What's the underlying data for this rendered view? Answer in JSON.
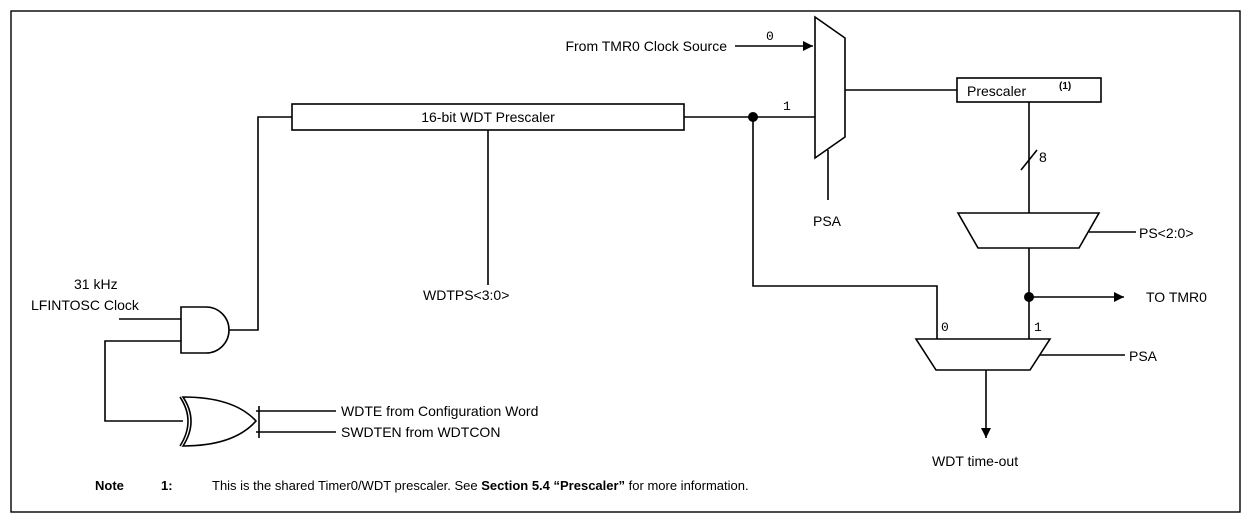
{
  "labels": {
    "tmr0_clock_source": "From TMR0 Clock Source",
    "mux_top_in0": "0",
    "mux_top_in1": "1",
    "wdt_prescaler": "16-bit WDT Prescaler",
    "prescaler": "Prescaler",
    "prescaler_note_ref": "(1)",
    "bus_width": "8",
    "psa_top": "PSA",
    "ps_select": "PS<2:0>",
    "wdtps": "WDTPS<3:0>",
    "clock_freq": "31 kHz",
    "clock_name": "LFINTOSC Clock",
    "to_tmr0": "TO TMR0",
    "mux_bottom_in0": "0",
    "mux_bottom_in1": "1",
    "psa_bottom": "PSA",
    "wdte": "WDTE from Configuration Word",
    "swdten": "SWDTEN from WDTCON",
    "wdt_timeout": "WDT time-out"
  },
  "note": {
    "label": "Note",
    "number": "1:",
    "text_before": "This is the shared Timer0/WDT prescaler. See ",
    "section_ref": "Section 5.4 “Prescaler”",
    "text_after": " for more information."
  }
}
